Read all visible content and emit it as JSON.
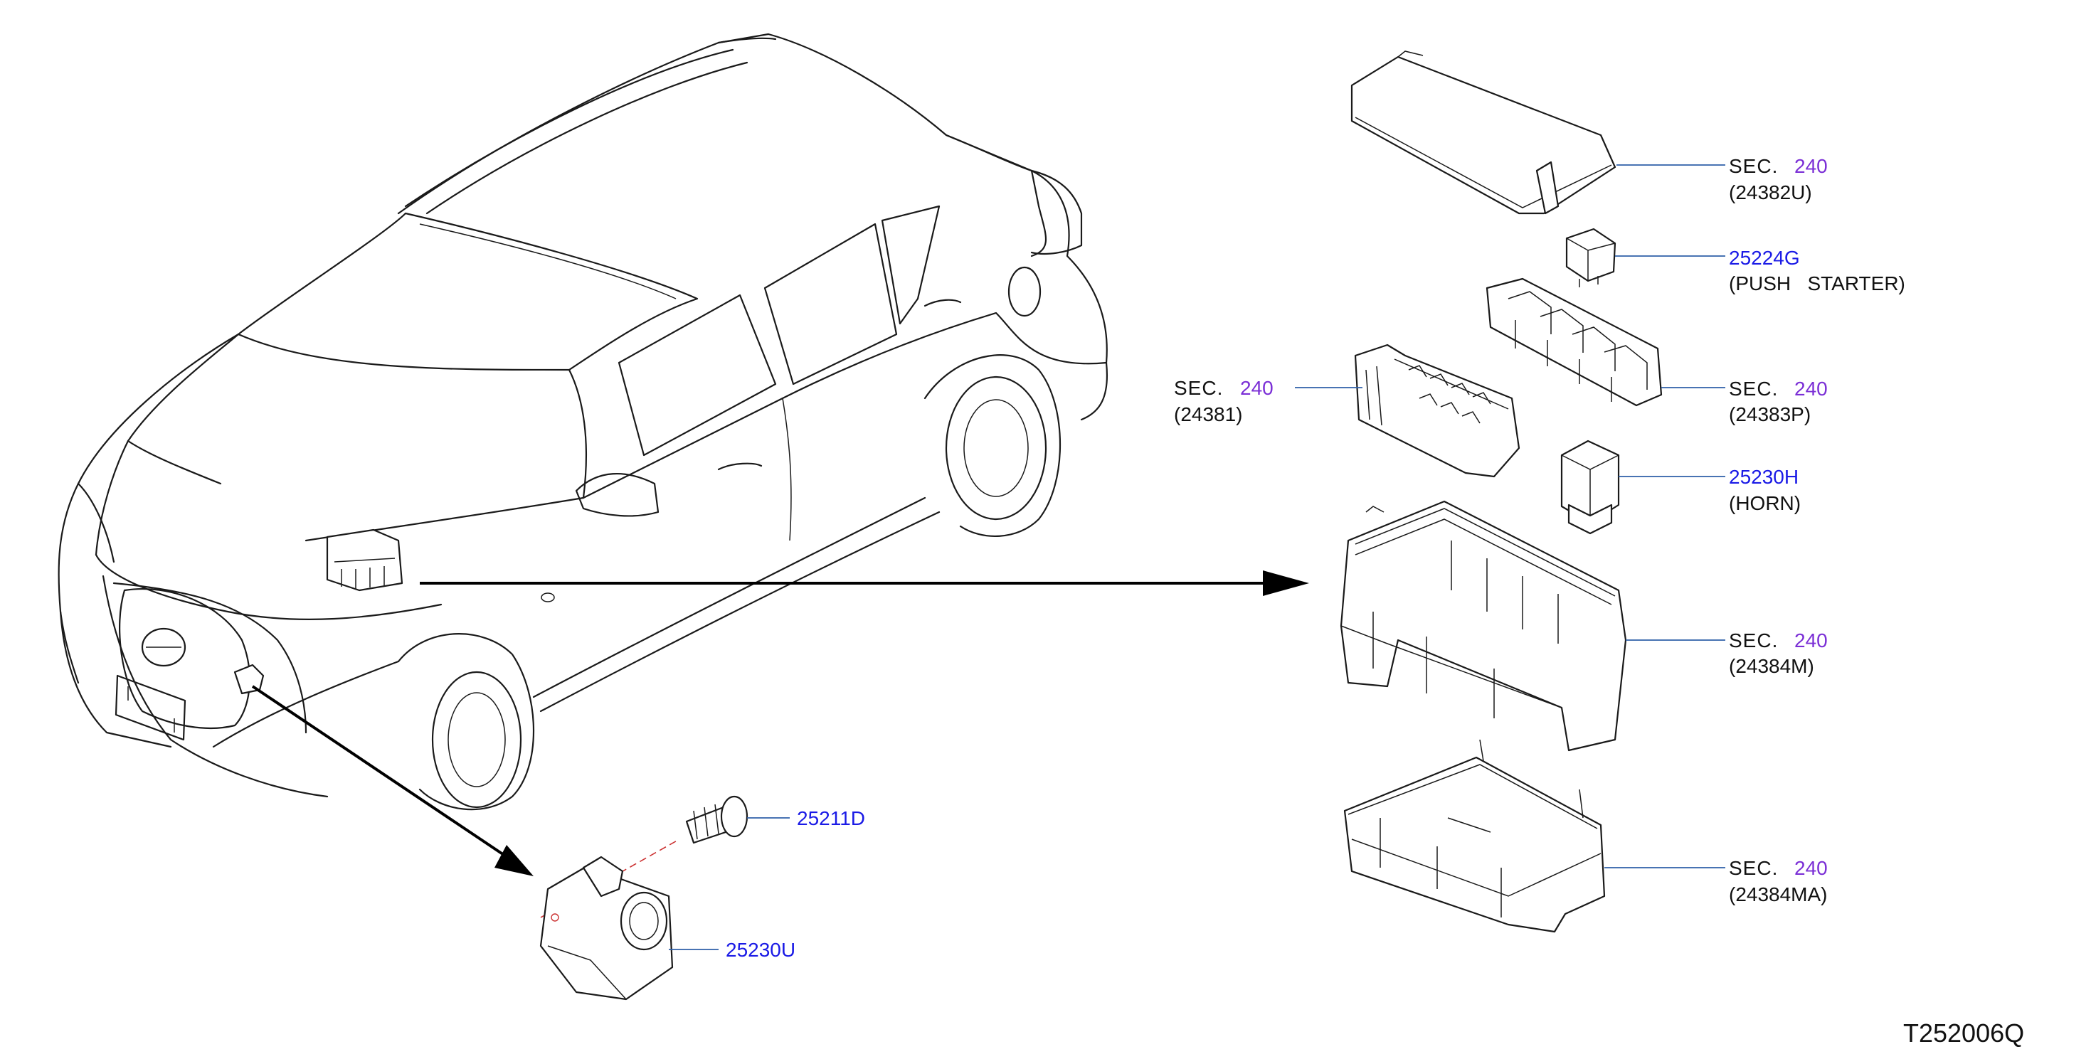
{
  "labels": {
    "cover": {
      "prefix": "SEC.",
      "sec": "240",
      "code": "(24382U)"
    },
    "push_starter": {
      "part": "25224G",
      "desc": "(PUSH   STARTER)"
    },
    "relay_block": {
      "prefix": "SEC.",
      "sec": "240",
      "code": "(24383P)"
    },
    "fuse_holder": {
      "prefix": "SEC.",
      "sec": "240",
      "code": "(24381)"
    },
    "horn_relay": {
      "part": "25230H",
      "desc": "(HORN)"
    },
    "case": {
      "prefix": "SEC.",
      "sec": "240",
      "code": "(24384M)"
    },
    "lower_cover": {
      "prefix": "SEC.",
      "sec": "240",
      "code": "(24384MA)"
    },
    "screw": {
      "part": "25211D"
    },
    "bracket_relay": {
      "part": "25230U"
    }
  },
  "figure_id": "T252006Q",
  "colors": {
    "part_number": "#1a1ae6",
    "section": "#7b2fd6",
    "leader": "#2e5fa8",
    "line": "#1a1a1a"
  }
}
